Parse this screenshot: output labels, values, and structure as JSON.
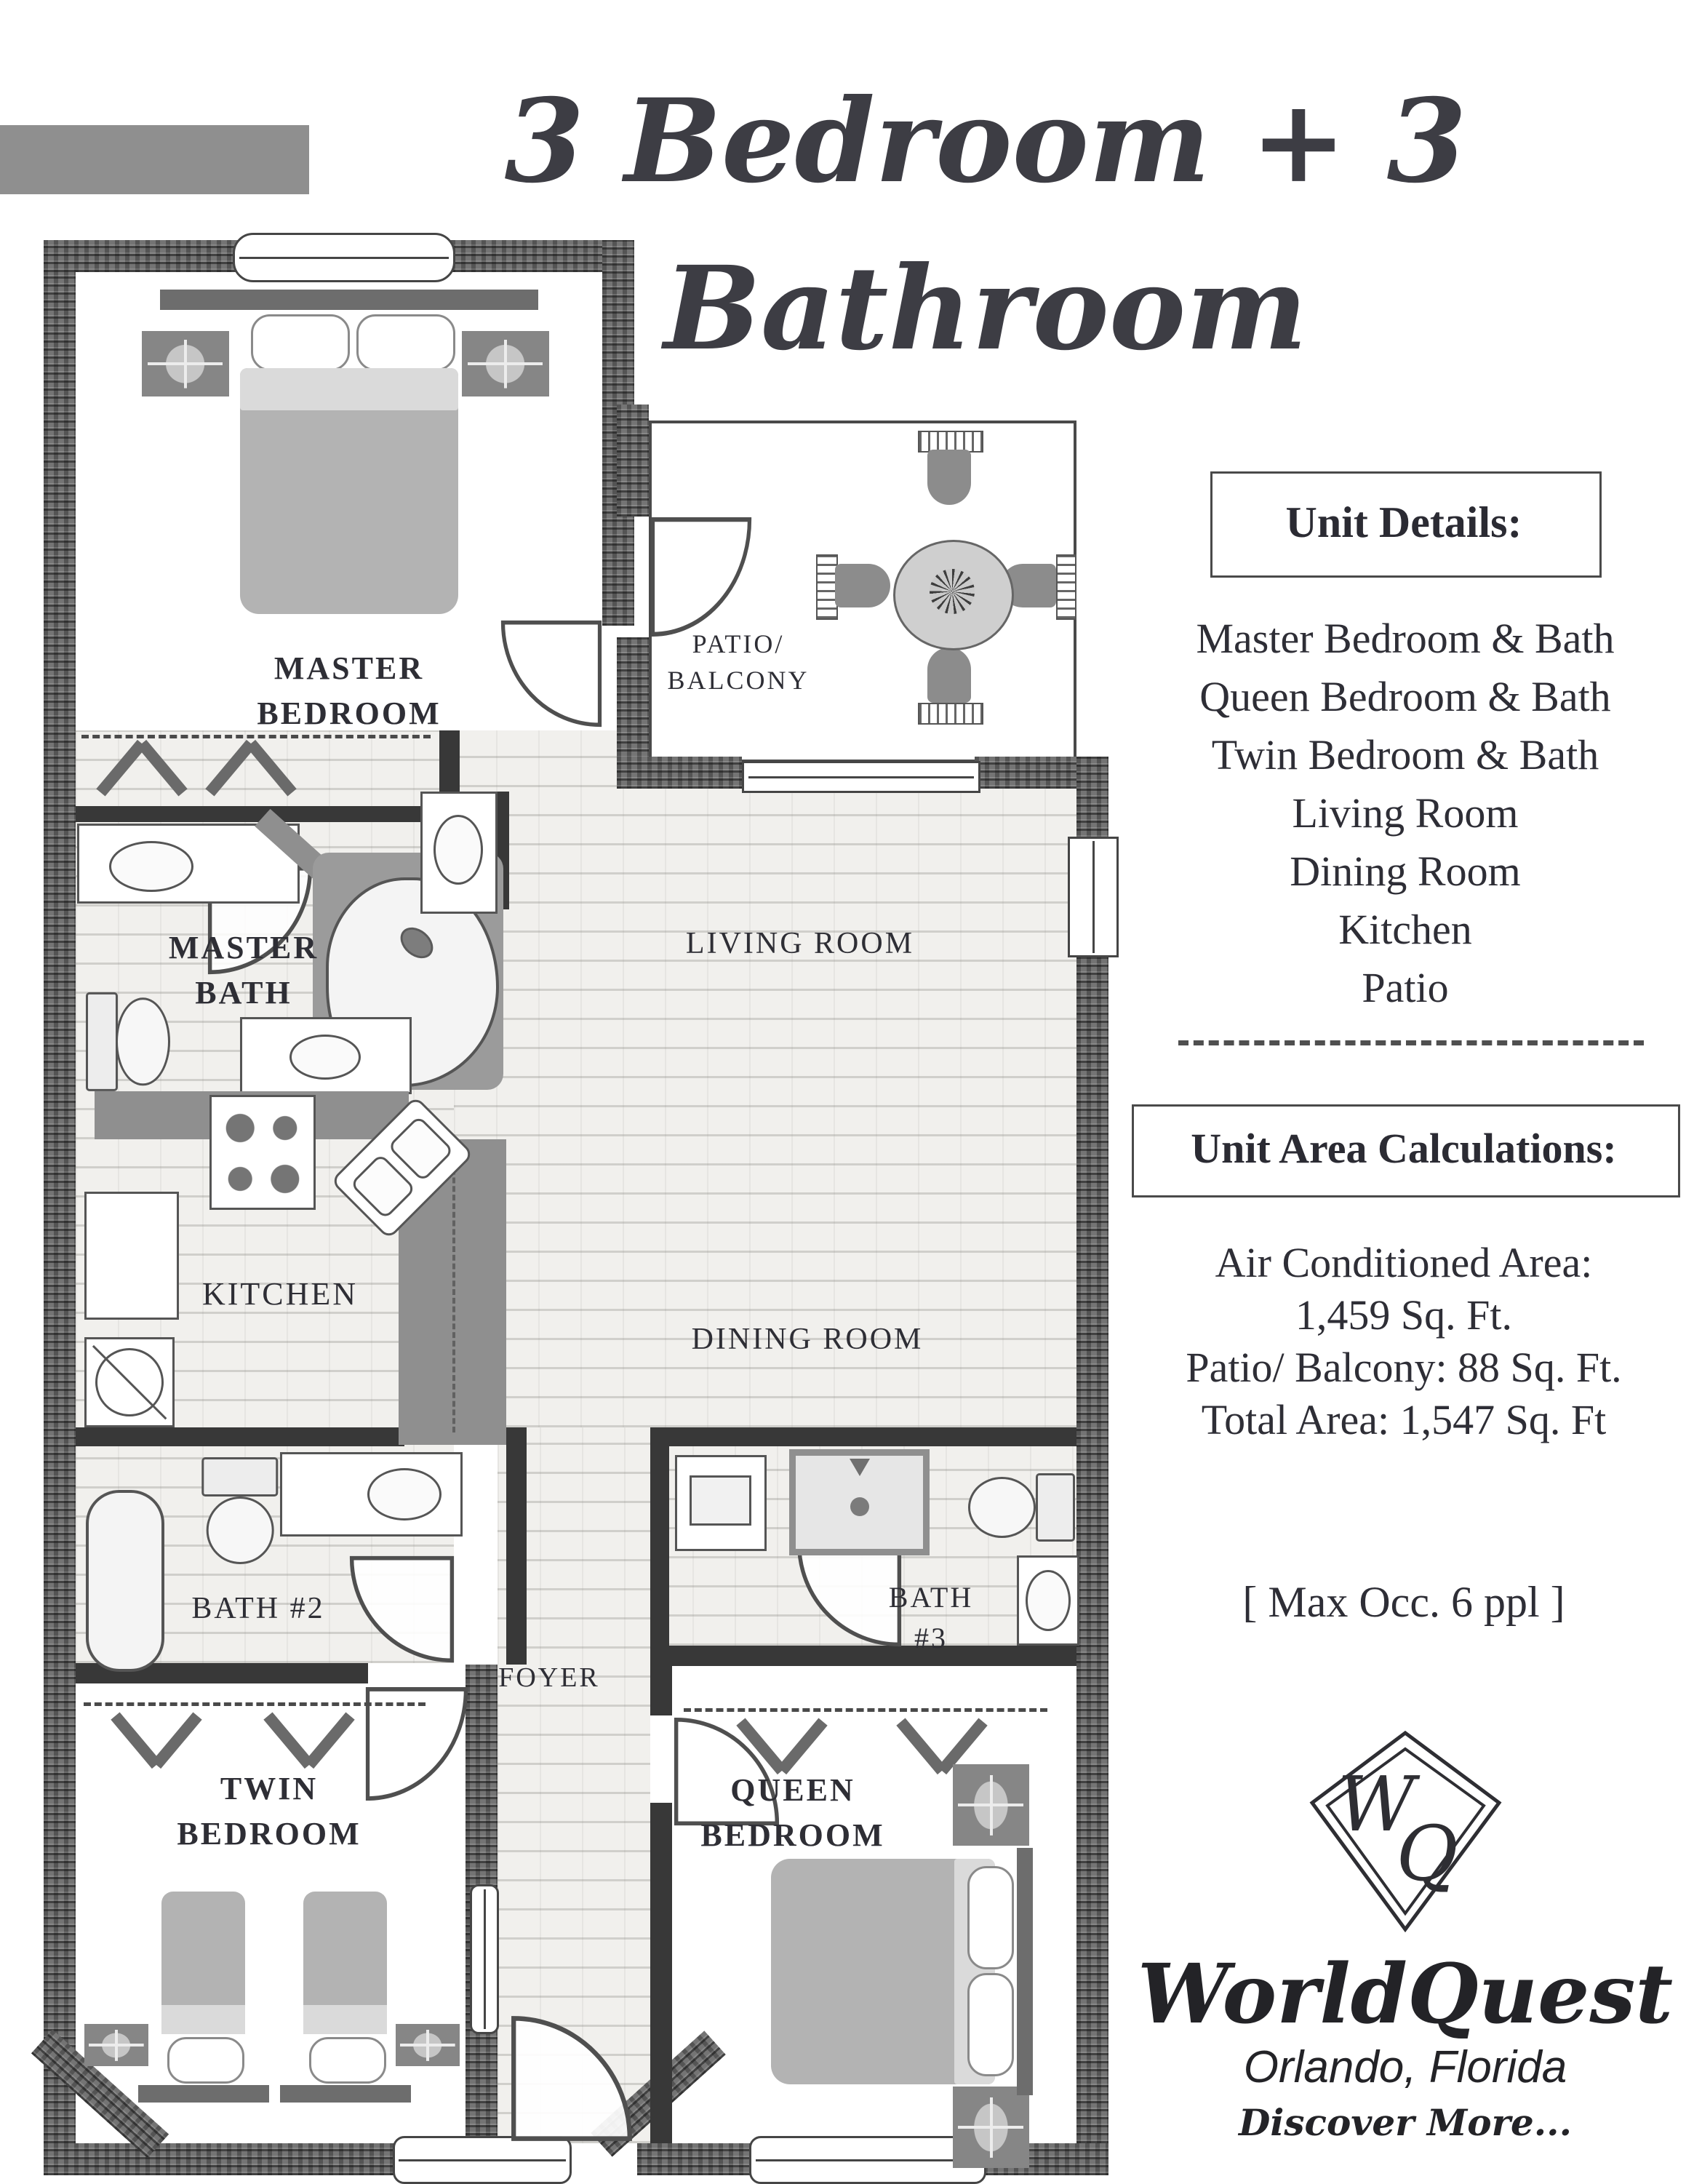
{
  "title": "3 Bedroom + 3 Bathroom",
  "floor_plan": {
    "rooms": {
      "master_bedroom": {
        "line1": "MASTER",
        "line2": "BEDROOM"
      },
      "master_bath": {
        "line1": "MASTER",
        "line2": "BATH"
      },
      "kitchen": {
        "label": "KITCHEN"
      },
      "living_room": {
        "label": "LIVING ROOM"
      },
      "dining_room": {
        "label": "DINING ROOM"
      },
      "patio_balcony": {
        "line1": "PATIO/",
        "line2": "BALCONY"
      },
      "bath_2": {
        "label": "BATH #2"
      },
      "bath_3": {
        "line1": "BATH",
        "line2": "#3"
      },
      "foyer": {
        "label": "FOYER"
      },
      "twin_bedroom": {
        "line1": "TWIN",
        "line2": "BEDROOM"
      },
      "queen_bedroom": {
        "line1": "QUEEN",
        "line2": "BEDROOM"
      }
    }
  },
  "unit_details": {
    "heading": "Unit Details:",
    "items": [
      "Master Bedroom & Bath",
      "Queen Bedroom & Bath",
      "Twin Bedroom & Bath",
      "Living Room",
      "Dining Room",
      "Kitchen",
      "Patio"
    ]
  },
  "unit_area": {
    "heading": "Unit Area Calculations:",
    "lines": [
      "Air Conditioned Area:",
      "1,459 Sq. Ft.",
      "Patio/ Balcony: 88 Sq. Ft.",
      "Total Area: 1,547 Sq. Ft"
    ]
  },
  "occupancy": "[ Max Occ. 6 ppl ]",
  "logo": {
    "monogram_w": "W",
    "monogram_q": "Q",
    "name": "WorldQuest",
    "location": "Orlando, Florida",
    "tagline": "Discover More..."
  },
  "colors": {
    "wall_texture": "#747474",
    "interior_wall": "#383838",
    "tile_floor": "#f1f0ed",
    "furniture_gray": "#b3b3b3",
    "accent_gray": "#8f8f8f",
    "text": "#2e2e35"
  }
}
